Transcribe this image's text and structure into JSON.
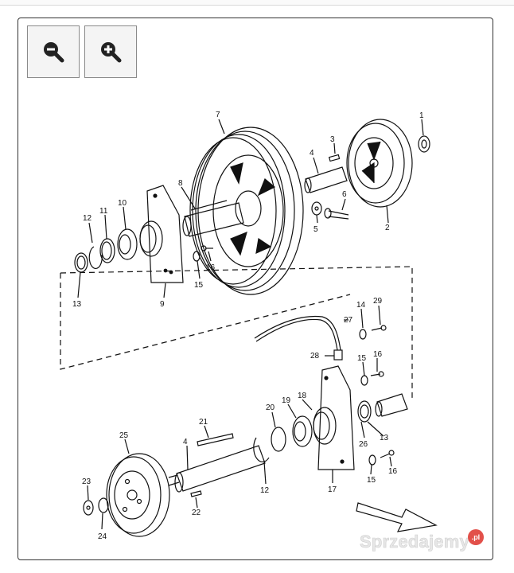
{
  "viewer": {
    "zoom_out_icon": "zoom-out-magnifier-icon",
    "zoom_in_icon": "zoom-in-magnifier-icon"
  },
  "drawing": {
    "part_labels": {
      "p1": "1",
      "p2": "2",
      "p3": "3",
      "p4": "4",
      "p5": "5",
      "p6": "6",
      "p7": "7",
      "p8": "8",
      "p9": "9",
      "p10": "10",
      "p11": "11",
      "p12": "12",
      "p13": "13",
      "p14": "14",
      "p15": "15",
      "p16": "16",
      "p17": "17",
      "p18": "18",
      "p19": "19",
      "p20": "20",
      "p21": "21",
      "p22": "22",
      "p23": "23",
      "p24": "24",
      "p25": "25",
      "p26": "26",
      "p27": "27",
      "p28": "28",
      "p29": "29",
      "p4b": "4",
      "p12b": "12",
      "p13b": "13",
      "p15b": "15",
      "p15c": "15",
      "p16b": "16",
      "p16c": "16"
    }
  },
  "watermark": {
    "text": "Sprzedajemy",
    "badge": ".pl"
  }
}
